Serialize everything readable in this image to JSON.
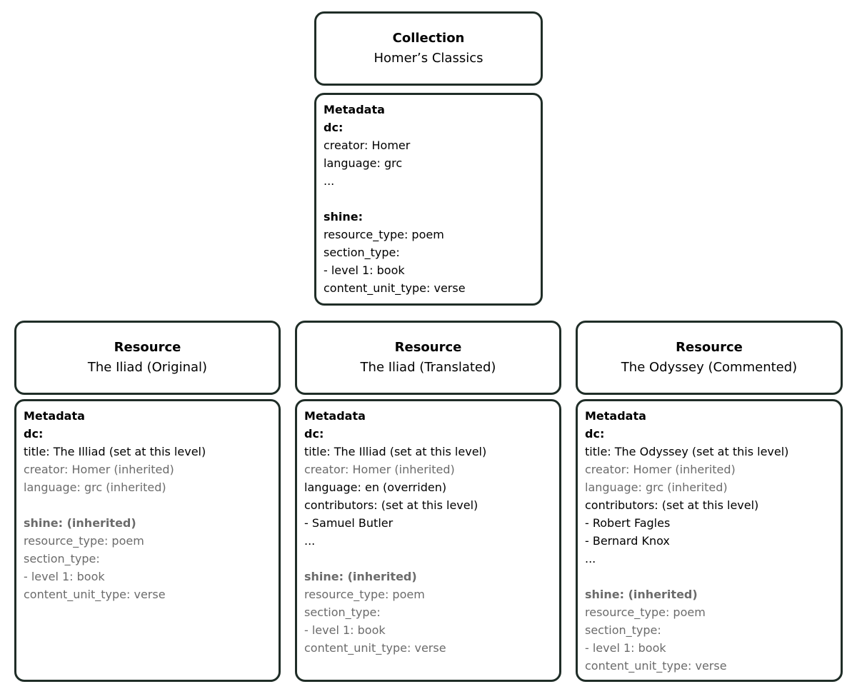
{
  "collection": {
    "header": {
      "kind": "Collection",
      "name": "Homer’s Classics"
    },
    "meta": [
      {
        "t": "Metadata",
        "b": true,
        "g": false
      },
      {
        "t": "dc:",
        "b": true,
        "g": false
      },
      {
        "t": "creator: Homer",
        "b": false,
        "g": false
      },
      {
        "t": "language: grc",
        "b": false,
        "g": false
      },
      {
        "t": "...",
        "b": false,
        "g": false
      },
      {
        "t": "",
        "b": false,
        "g": false
      },
      {
        "t": "shine:",
        "b": true,
        "g": false
      },
      {
        "t": "resource_type: poem",
        "b": false,
        "g": false
      },
      {
        "t": "section_type:",
        "b": false,
        "g": false
      },
      {
        "t": "- level 1: book",
        "b": false,
        "g": false
      },
      {
        "t": "content_unit_type: verse",
        "b": false,
        "g": false
      }
    ]
  },
  "resources": [
    {
      "header": {
        "kind": "Resource",
        "name": "The Iliad (Original)"
      },
      "meta": [
        {
          "t": "Metadata",
          "b": true,
          "g": false
        },
        {
          "t": "dc:",
          "b": true,
          "g": false
        },
        {
          "t": "title: The Illiad (set at this level)",
          "b": false,
          "g": false
        },
        {
          "t": "creator: Homer (inherited)",
          "b": false,
          "g": true
        },
        {
          "t": "language: grc (inherited)",
          "b": false,
          "g": true
        },
        {
          "t": "",
          "b": false,
          "g": false
        },
        {
          "t": "shine: (inherited)",
          "b": true,
          "g": true
        },
        {
          "t": "resource_type: poem",
          "b": false,
          "g": true
        },
        {
          "t": "section_type:",
          "b": false,
          "g": true
        },
        {
          "t": "- level 1: book",
          "b": false,
          "g": true
        },
        {
          "t": "content_unit_type: verse",
          "b": false,
          "g": true
        }
      ]
    },
    {
      "header": {
        "kind": "Resource",
        "name": "The Iliad (Translated)"
      },
      "meta": [
        {
          "t": "Metadata",
          "b": true,
          "g": false
        },
        {
          "t": "dc:",
          "b": true,
          "g": false
        },
        {
          "t": "title: The Illiad (set at this level)",
          "b": false,
          "g": false
        },
        {
          "t": "creator: Homer (inherited)",
          "b": false,
          "g": true
        },
        {
          "t": "language: en (overriden)",
          "b": false,
          "g": false
        },
        {
          "t": "contributors: (set at this level)",
          "b": false,
          "g": false
        },
        {
          "t": "- Samuel Butler",
          "b": false,
          "g": false
        },
        {
          "t": "...",
          "b": false,
          "g": false
        },
        {
          "t": "",
          "b": false,
          "g": false
        },
        {
          "t": "shine: (inherited)",
          "b": true,
          "g": true
        },
        {
          "t": "resource_type: poem",
          "b": false,
          "g": true
        },
        {
          "t": "section_type:",
          "b": false,
          "g": true
        },
        {
          "t": "- level 1: book",
          "b": false,
          "g": true
        },
        {
          "t": "content_unit_type: verse",
          "b": false,
          "g": true
        }
      ]
    },
    {
      "header": {
        "kind": "Resource",
        "name": "The Odyssey (Commented)"
      },
      "meta": [
        {
          "t": "Metadata",
          "b": true,
          "g": false
        },
        {
          "t": "dc:",
          "b": true,
          "g": false
        },
        {
          "t": "title: The Odyssey (set at this level)",
          "b": false,
          "g": false
        },
        {
          "t": "creator: Homer (inherited)",
          "b": false,
          "g": true
        },
        {
          "t": "language: grc (inherited)",
          "b": false,
          "g": true
        },
        {
          "t": "contributors: (set at this level)",
          "b": false,
          "g": false
        },
        {
          "t": "- Robert Fagles",
          "b": false,
          "g": false
        },
        {
          "t": "- Bernard Knox",
          "b": false,
          "g": false
        },
        {
          "t": "...",
          "b": false,
          "g": false
        },
        {
          "t": "",
          "b": false,
          "g": false
        },
        {
          "t": "shine: (inherited)",
          "b": true,
          "g": true
        },
        {
          "t": "resource_type: poem",
          "b": false,
          "g": true
        },
        {
          "t": "section_type:",
          "b": false,
          "g": true
        },
        {
          "t": "- level 1: book",
          "b": false,
          "g": true
        },
        {
          "t": "content_unit_type: verse",
          "b": false,
          "g": true
        }
      ]
    }
  ]
}
